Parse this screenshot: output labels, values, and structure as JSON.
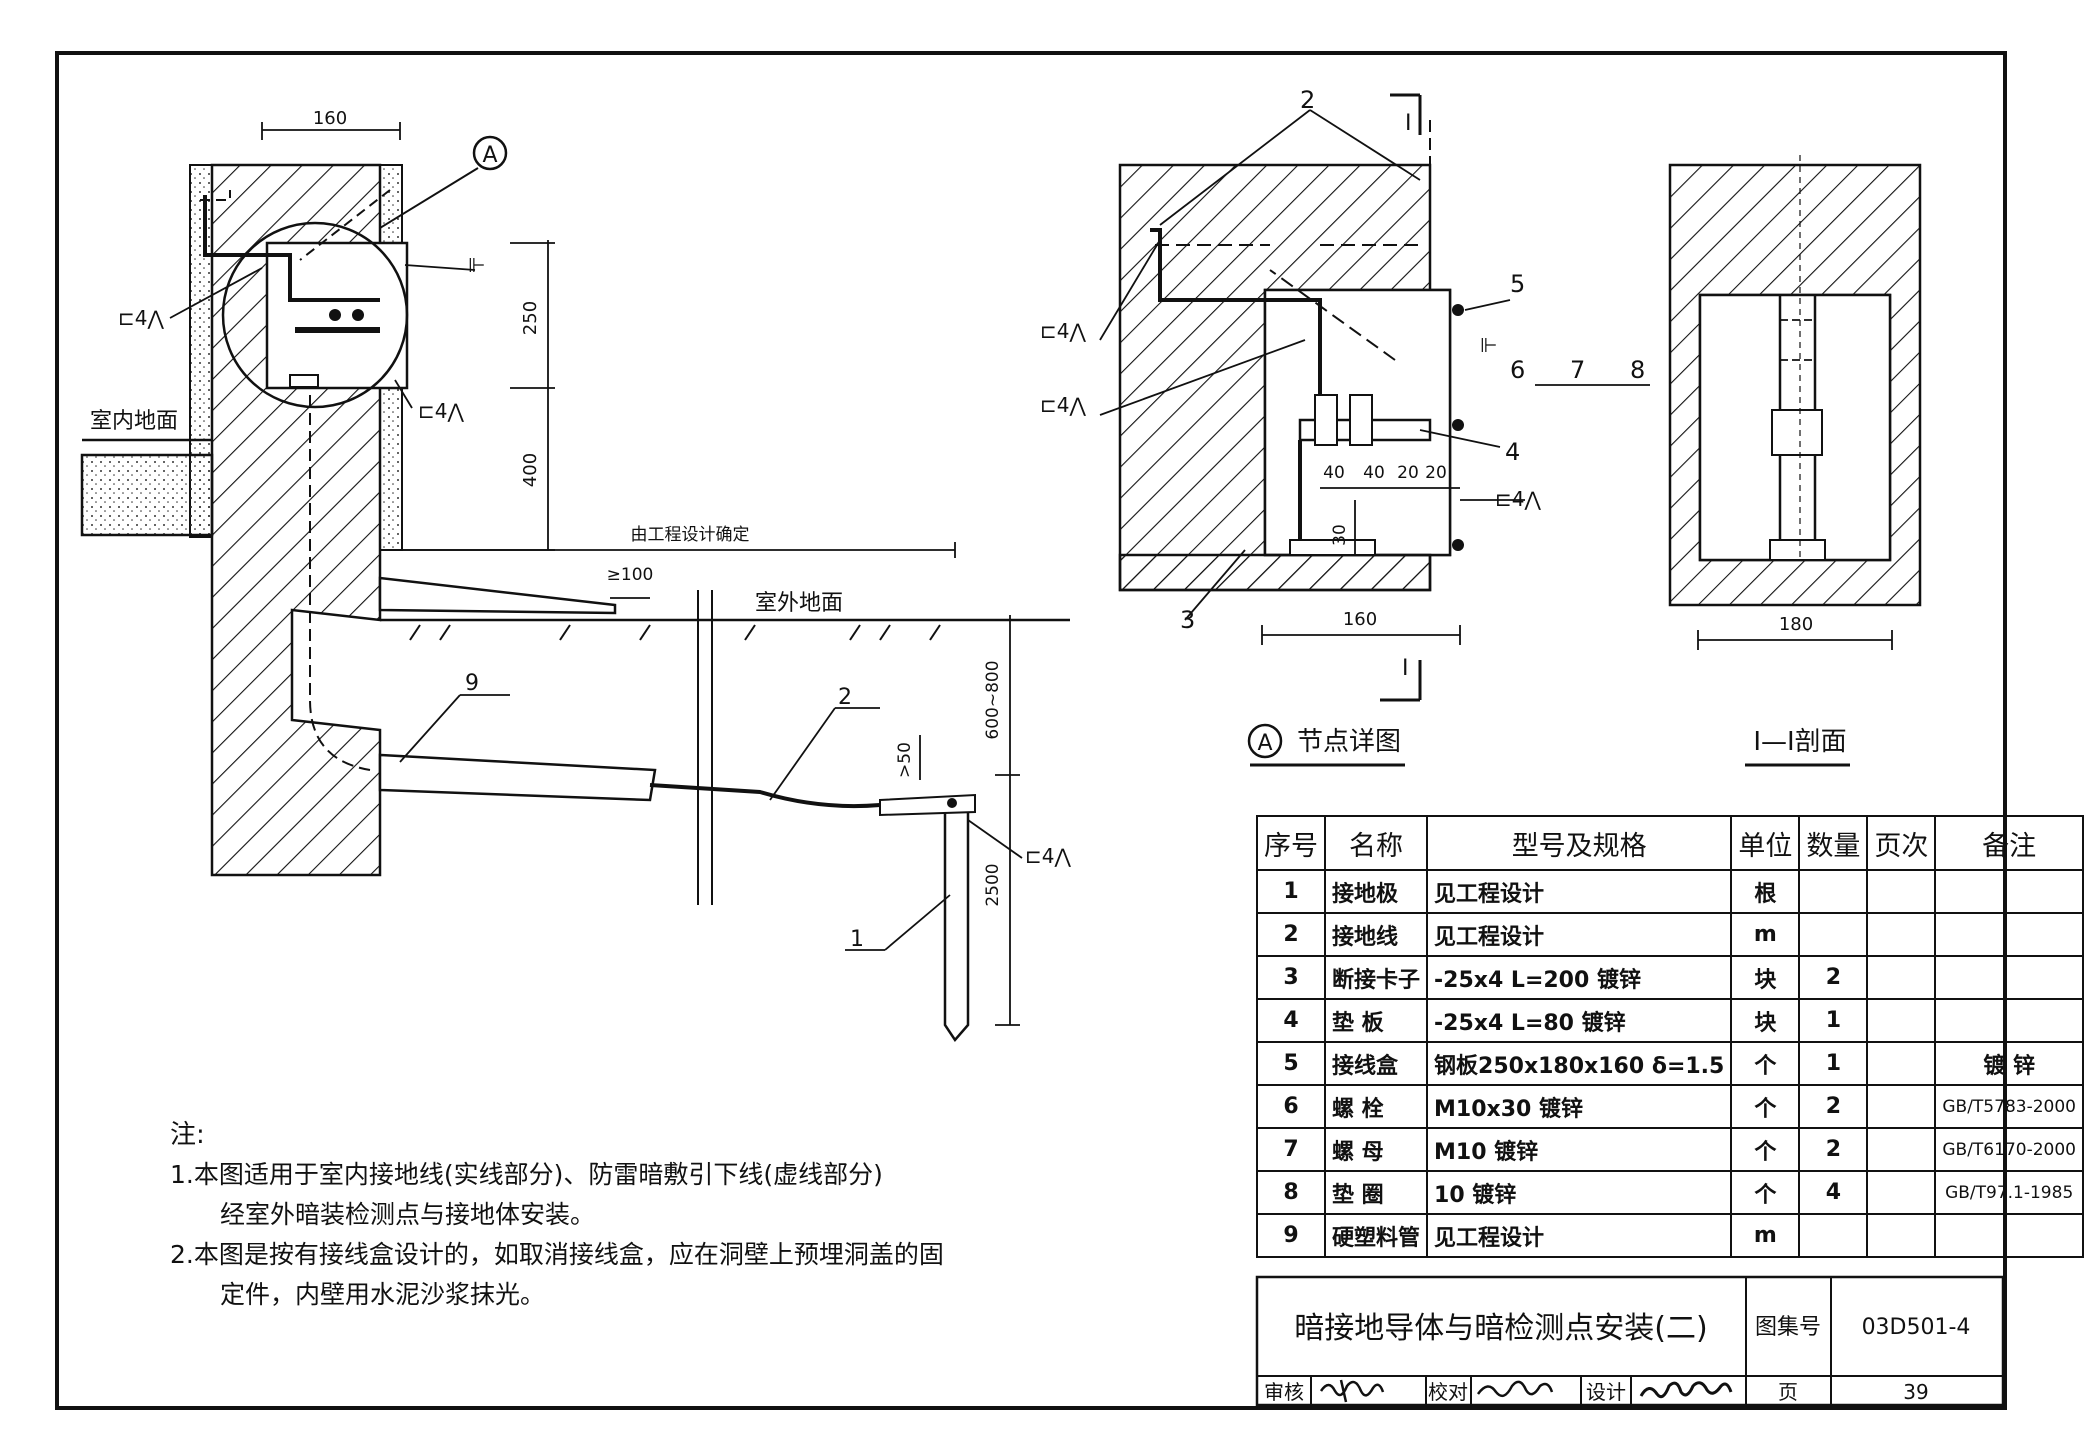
{
  "dimensions": {
    "d160_top": "160",
    "d250": "250",
    "d400": "400",
    "d_eng": "由工程设计确定",
    "d_ge100": "≥100",
    "d_gt50": ">50",
    "d600_800": "600~800",
    "d2500": "2500",
    "d40a": "40",
    "d40b": "40",
    "d20a": "20",
    "d20b": "20",
    "d30": "30",
    "d160_detail": "160",
    "d180": "180"
  },
  "labels": {
    "circle_a": "A",
    "indoor_floor": "室内地面",
    "outdoor_ground": "室外地面",
    "weld": "⊏4⋀",
    "k_mark": "⊩",
    "section_mark": "I",
    "items": [
      "1",
      "2",
      "3",
      "4",
      "5",
      "6",
      "7",
      "8",
      "9"
    ],
    "detail_title": "节点详图",
    "section_title": "I—I剖面"
  },
  "notes": {
    "heading": "注:",
    "n1": "1.本图适用于室内接地线(实线部分)、防雷暗敷引下线(虚线部分)",
    "n1b": "经室外暗装检测点与接地体安装。",
    "n2": "2.本图是按有接线盒设计的，如取消接线盒，应在洞壁上预埋洞盖的固",
    "n2b": "定件，内壁用水泥沙浆抹光。"
  },
  "table": {
    "headers": [
      "序号",
      "名称",
      "型号及规格",
      "单位",
      "数量",
      "页次",
      "备注"
    ],
    "rows": [
      {
        "no": "1",
        "name": "接地极",
        "spec": "见工程设计",
        "unit": "根",
        "qty": "",
        "page": "",
        "note": ""
      },
      {
        "no": "2",
        "name": "接地线",
        "spec": "见工程设计",
        "unit": "m",
        "qty": "",
        "page": "",
        "note": ""
      },
      {
        "no": "3",
        "name": "断接卡子",
        "spec": "-25x4 L=200 镀锌",
        "unit": "块",
        "qty": "2",
        "page": "",
        "note": ""
      },
      {
        "no": "4",
        "name": "垫 板",
        "spec": "-25x4 L=80 镀锌",
        "unit": "块",
        "qty": "1",
        "page": "",
        "note": ""
      },
      {
        "no": "5",
        "name": "接线盒",
        "spec": "钢板250x180x160 δ=1.5",
        "unit": "个",
        "qty": "1",
        "page": "",
        "note": "镀 锌"
      },
      {
        "no": "6",
        "name": "螺 栓",
        "spec": "M10x30 镀锌",
        "unit": "个",
        "qty": "2",
        "page": "",
        "note": "GB/T5783-2000"
      },
      {
        "no": "7",
        "name": "螺 母",
        "spec": "M10 镀锌",
        "unit": "个",
        "qty": "2",
        "page": "",
        "note": "GB/T6170-2000"
      },
      {
        "no": "8",
        "name": "垫 圈",
        "spec": "10 镀锌",
        "unit": "个",
        "qty": "4",
        "page": "",
        "note": "GB/T97.1-1985"
      },
      {
        "no": "9",
        "name": "硬塑料管",
        "spec": "见工程设计",
        "unit": "m",
        "qty": "",
        "page": "",
        "note": ""
      }
    ]
  },
  "titleblock": {
    "title": "暗接地导体与暗检测点安装(二)",
    "atlas_label": "图集号",
    "atlas_no": "03D501-4",
    "review": "审核",
    "check": "校对",
    "design": "设计",
    "page_label": "页",
    "page_no": "39"
  }
}
